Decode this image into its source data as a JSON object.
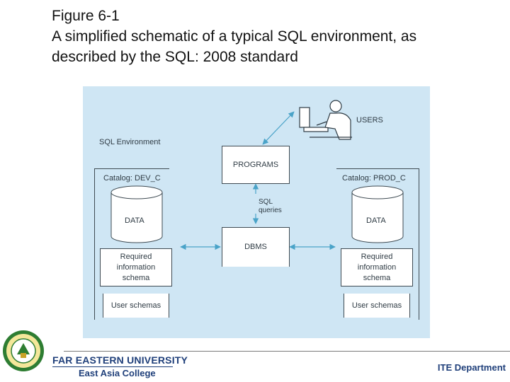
{
  "slide": {
    "title_line1": "Figure 6-1",
    "title_line2": "A simplified schematic of a typical SQL environment, as",
    "title_line3": "described by the SQL: 2008 standard"
  },
  "diagram": {
    "users_label": "USERS",
    "environment_label": "SQL Environment",
    "programs_label": "PROGRAMS",
    "sql_queries_line1": "SQL",
    "sql_queries_line2": "queries",
    "dbms_label": "DBMS",
    "catalog_dev": {
      "label": "Catalog: DEV_C",
      "data_label": "DATA",
      "schema_line1": "Required",
      "schema_line2": "information",
      "schema_line3": "schema",
      "user_schemas": "User schemas"
    },
    "catalog_prod": {
      "label": "Catalog: PROD_C",
      "data_label": "DATA",
      "schema_line1": "Required",
      "schema_line2": "information",
      "schema_line3": "schema",
      "user_schemas": "User schemas"
    },
    "colors": {
      "background": "#cfe6f4",
      "arrows": "#4aa3c8",
      "lines": "#3e4a52"
    }
  },
  "footer": {
    "university": "FAR EASTERN UNIVERSITY",
    "college": "East Asia College",
    "department": "ITE Department",
    "logo_icon": "university-seal-icon"
  }
}
